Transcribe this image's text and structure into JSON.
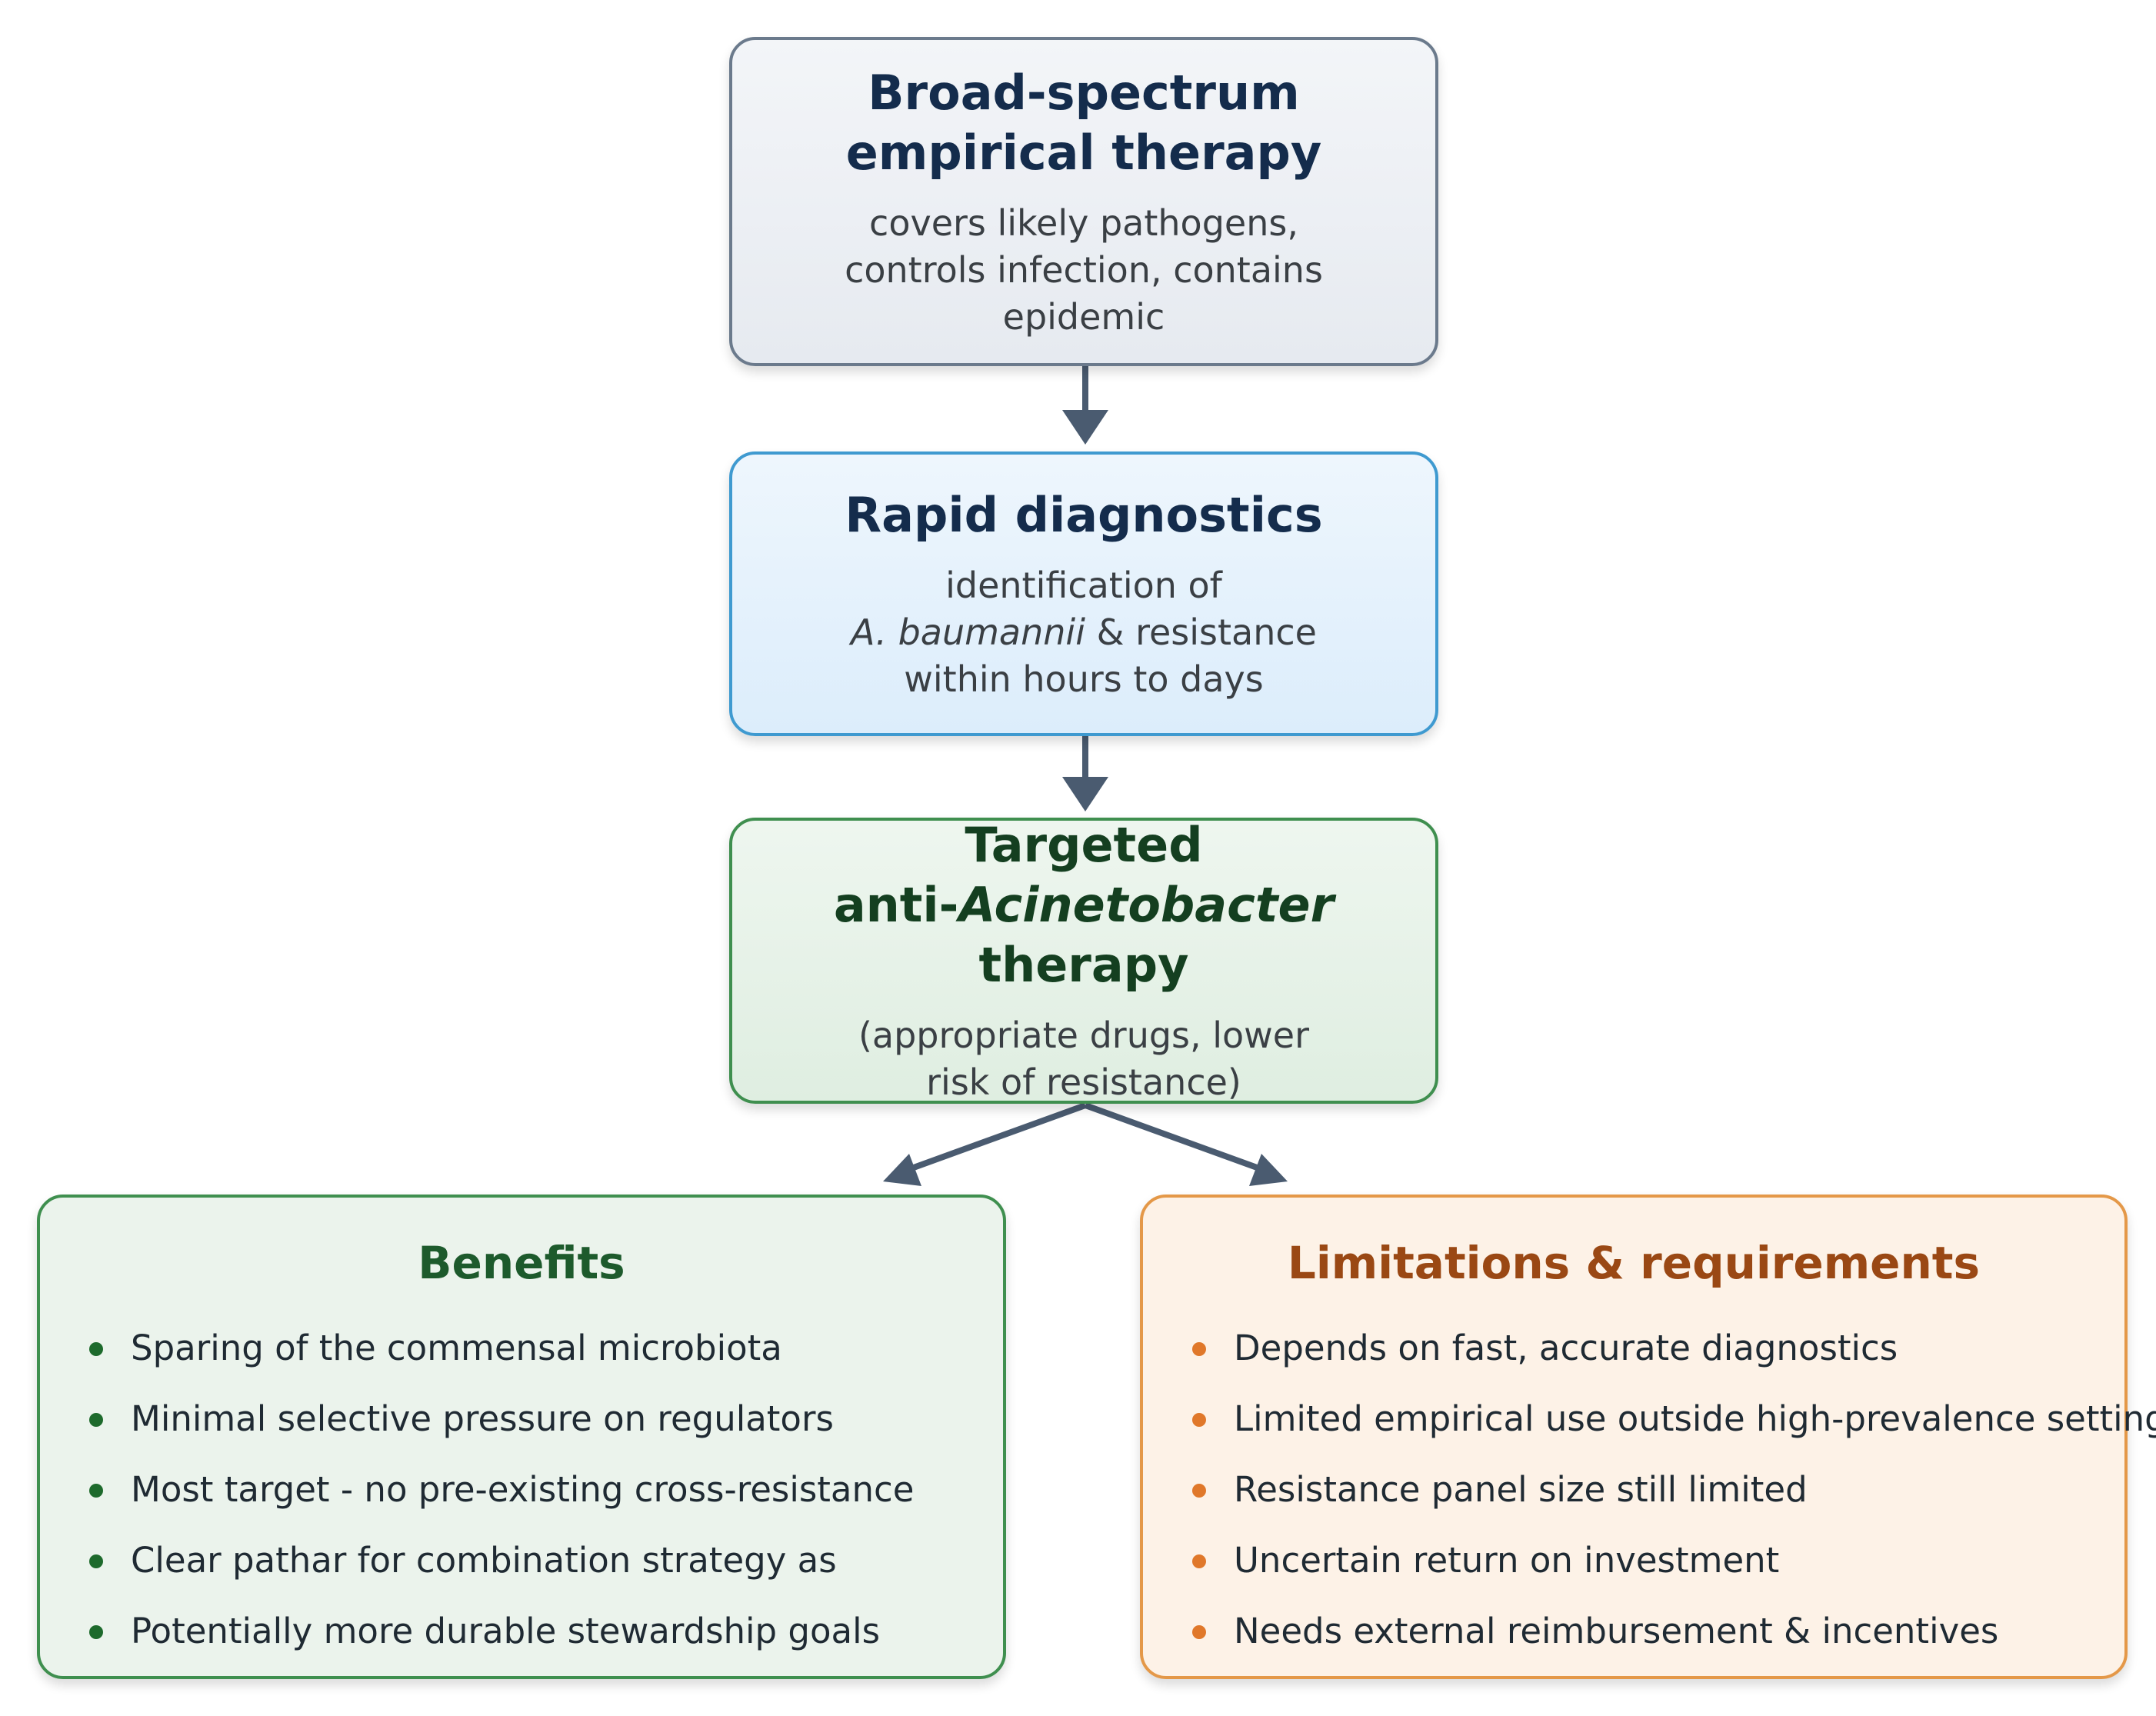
{
  "flow": {
    "empirical": {
      "title_lines": [
        "Broad-spectrum",
        "empirical therapy"
      ],
      "desc_lines": [
        "covers likely pathogens,",
        "controls infection, contains",
        "epidemic"
      ]
    },
    "diagnostics": {
      "title": "Rapid diagnostics",
      "desc_line1": "identification of",
      "desc_line2_italic": "A. baumannii",
      "desc_line2_rest": " & resistance",
      "desc_line3": "within hours to days"
    },
    "targeted": {
      "title_line1": "Targeted",
      "title_line2_prefix": "anti-",
      "title_line2_italic": "Acinetobacter",
      "title_line2_suffix": " therapy",
      "desc_lines": [
        "(appropriate drugs, lower",
        "risk of resistance)"
      ]
    }
  },
  "benefits": {
    "title": "Benefits",
    "items": [
      "Sparing of the commensal microbiota",
      "Minimal selective pressure on regulators",
      "Most target - no pre-existing cross-resistance",
      "Clear pathar for combination strategy as",
      "Potentially more durable stewardship goals"
    ]
  },
  "limitations": {
    "title": "Limitations & requirements",
    "items": [
      "Depends on fast, accurate diagnostics",
      "Limited empirical use outside high-prevalence settings",
      "Resistance panel size still limited",
      "Uncertain return on investment",
      "Needs external reimbursement & incentives"
    ]
  },
  "colors": {
    "arrow": "#4a5b70",
    "benefits_accent": "#3f8f4f",
    "limitations_accent": "#e49848"
  }
}
